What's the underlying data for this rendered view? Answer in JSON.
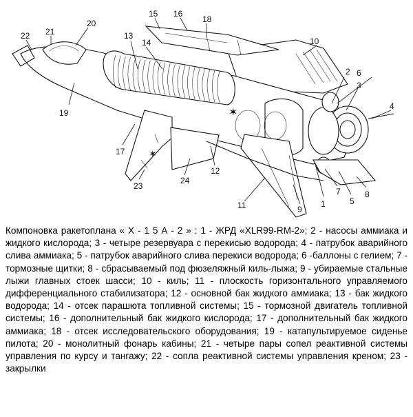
{
  "callouts": [
    "1",
    "2",
    "3",
    "4",
    "5",
    "6",
    "7",
    "8",
    "9",
    "10",
    "11",
    "12",
    "13",
    "14",
    "15",
    "16",
    "17",
    "18",
    "19",
    "20",
    "21",
    "22",
    "23",
    "24"
  ],
  "caption": "Компоновка ракетоплана « X - 1 5 А - 2 » : 1 - ЖРД «XLR99-RM-2»; 2 - насосы аммиака и жидкого кислорода; 3 - четыре резервуара с перекисью водорода; 4 - патрубок аварийного слива аммиака; 5 - патрубок аварийного слива перекиси водорода; 6 -баллоны с гелием; 7 - тормозные щитки; 8 - сбрасываемый под фюзеляжный киль-лыжа; 9 - убираемые стальные лыжи главных стоек шасси; 10 - киль; 11 - плоскость горизонтального управляемого дифференциального стабилизатора; 12 - основной бак жидкого аммиака; 13 - бак жидкого водорода; 14 - отсек парашюта топливной системы; 15 - тормозной двигатель топливной системы; 16 - дополнительный бак жидкого кислорода; 17 - дополнительный бак жидкого аммиака; 18 - отсек исследовательского оборудования; 19 - катапультируемое сиденье пилота; 20 - монолитный фонарь кабины; 21 - четыре пары сопел реактивной системы управления по курсу и тангажу; 22 - сопла реактивной системы управления креном; 23 - закрылки"
}
